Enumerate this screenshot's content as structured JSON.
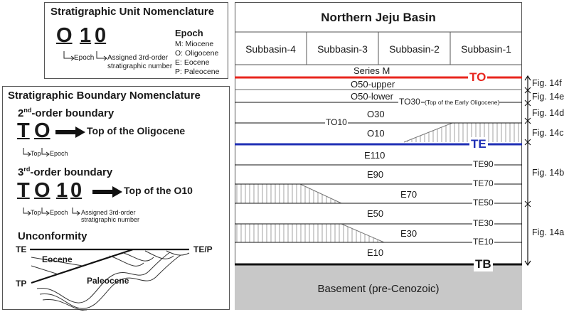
{
  "unit_box": {
    "title": "Stratigraphic Unit Nomenclature",
    "code": [
      "O",
      "1",
      "0"
    ],
    "epoch_pointer": "Epoch",
    "number_pointer": [
      "Assigned 3rd-order",
      "stratigraphic number"
    ],
    "legend_title": "Epoch",
    "legend_items": [
      "M: Miocene",
      "O: Oligocene",
      "E: Eocene",
      "P: Paleocene"
    ]
  },
  "boundary_box": {
    "title": "Stratigraphic Boundary Nomenclature",
    "second_order": {
      "heading_main": "2",
      "heading_sup": "nd",
      "heading_rest": "-order boundary",
      "code": [
        "T",
        "O"
      ],
      "meaning": "Top of the Oligocene",
      "pointers": [
        "Top",
        "Epoch"
      ]
    },
    "third_order": {
      "heading_main": "3",
      "heading_sup": "rd",
      "heading_rest": "-order boundary",
      "code": [
        "T",
        "O",
        "1",
        "0"
      ],
      "meaning": "Top of the O10",
      "pointers": [
        "Top",
        "Epoch",
        "Assigned 3rd-order",
        "stratigraphic number"
      ]
    },
    "unconformity": {
      "title": "Unconformity",
      "labels": [
        "TE",
        "TE/P",
        "Eocene",
        "TP",
        "Paleocene"
      ]
    }
  },
  "basin_chart": {
    "title": "Northern Jeju Basin",
    "subbasins": [
      "Subbasin-4",
      "Subbasin-3",
      "Subbasin-2",
      "Subbasin-1"
    ],
    "units": [
      "Series M",
      "O50-upper",
      "O50-lower",
      "O30",
      "O10",
      "E110",
      "E90",
      "E70",
      "E50",
      "E30",
      "E10"
    ],
    "boundaries": [
      "TO",
      "TO30",
      "(Top of the Early Oligocene)",
      "TO10",
      "TE",
      "TE90",
      "TE70",
      "TE50",
      "TE30",
      "TE10",
      "TB"
    ],
    "basement": "Basement (pre-Cenozoic)",
    "figures": [
      "Fig. 14f",
      "Fig. 14e",
      "Fig. 14d",
      "Fig. 14c",
      "Fig. 14b",
      "Fig. 14a"
    ],
    "colors": {
      "to_line": "#e8261e",
      "te_line": "#1f2fb5",
      "basement": "#c8c8c8",
      "hatch": "#8a8a8a"
    }
  }
}
